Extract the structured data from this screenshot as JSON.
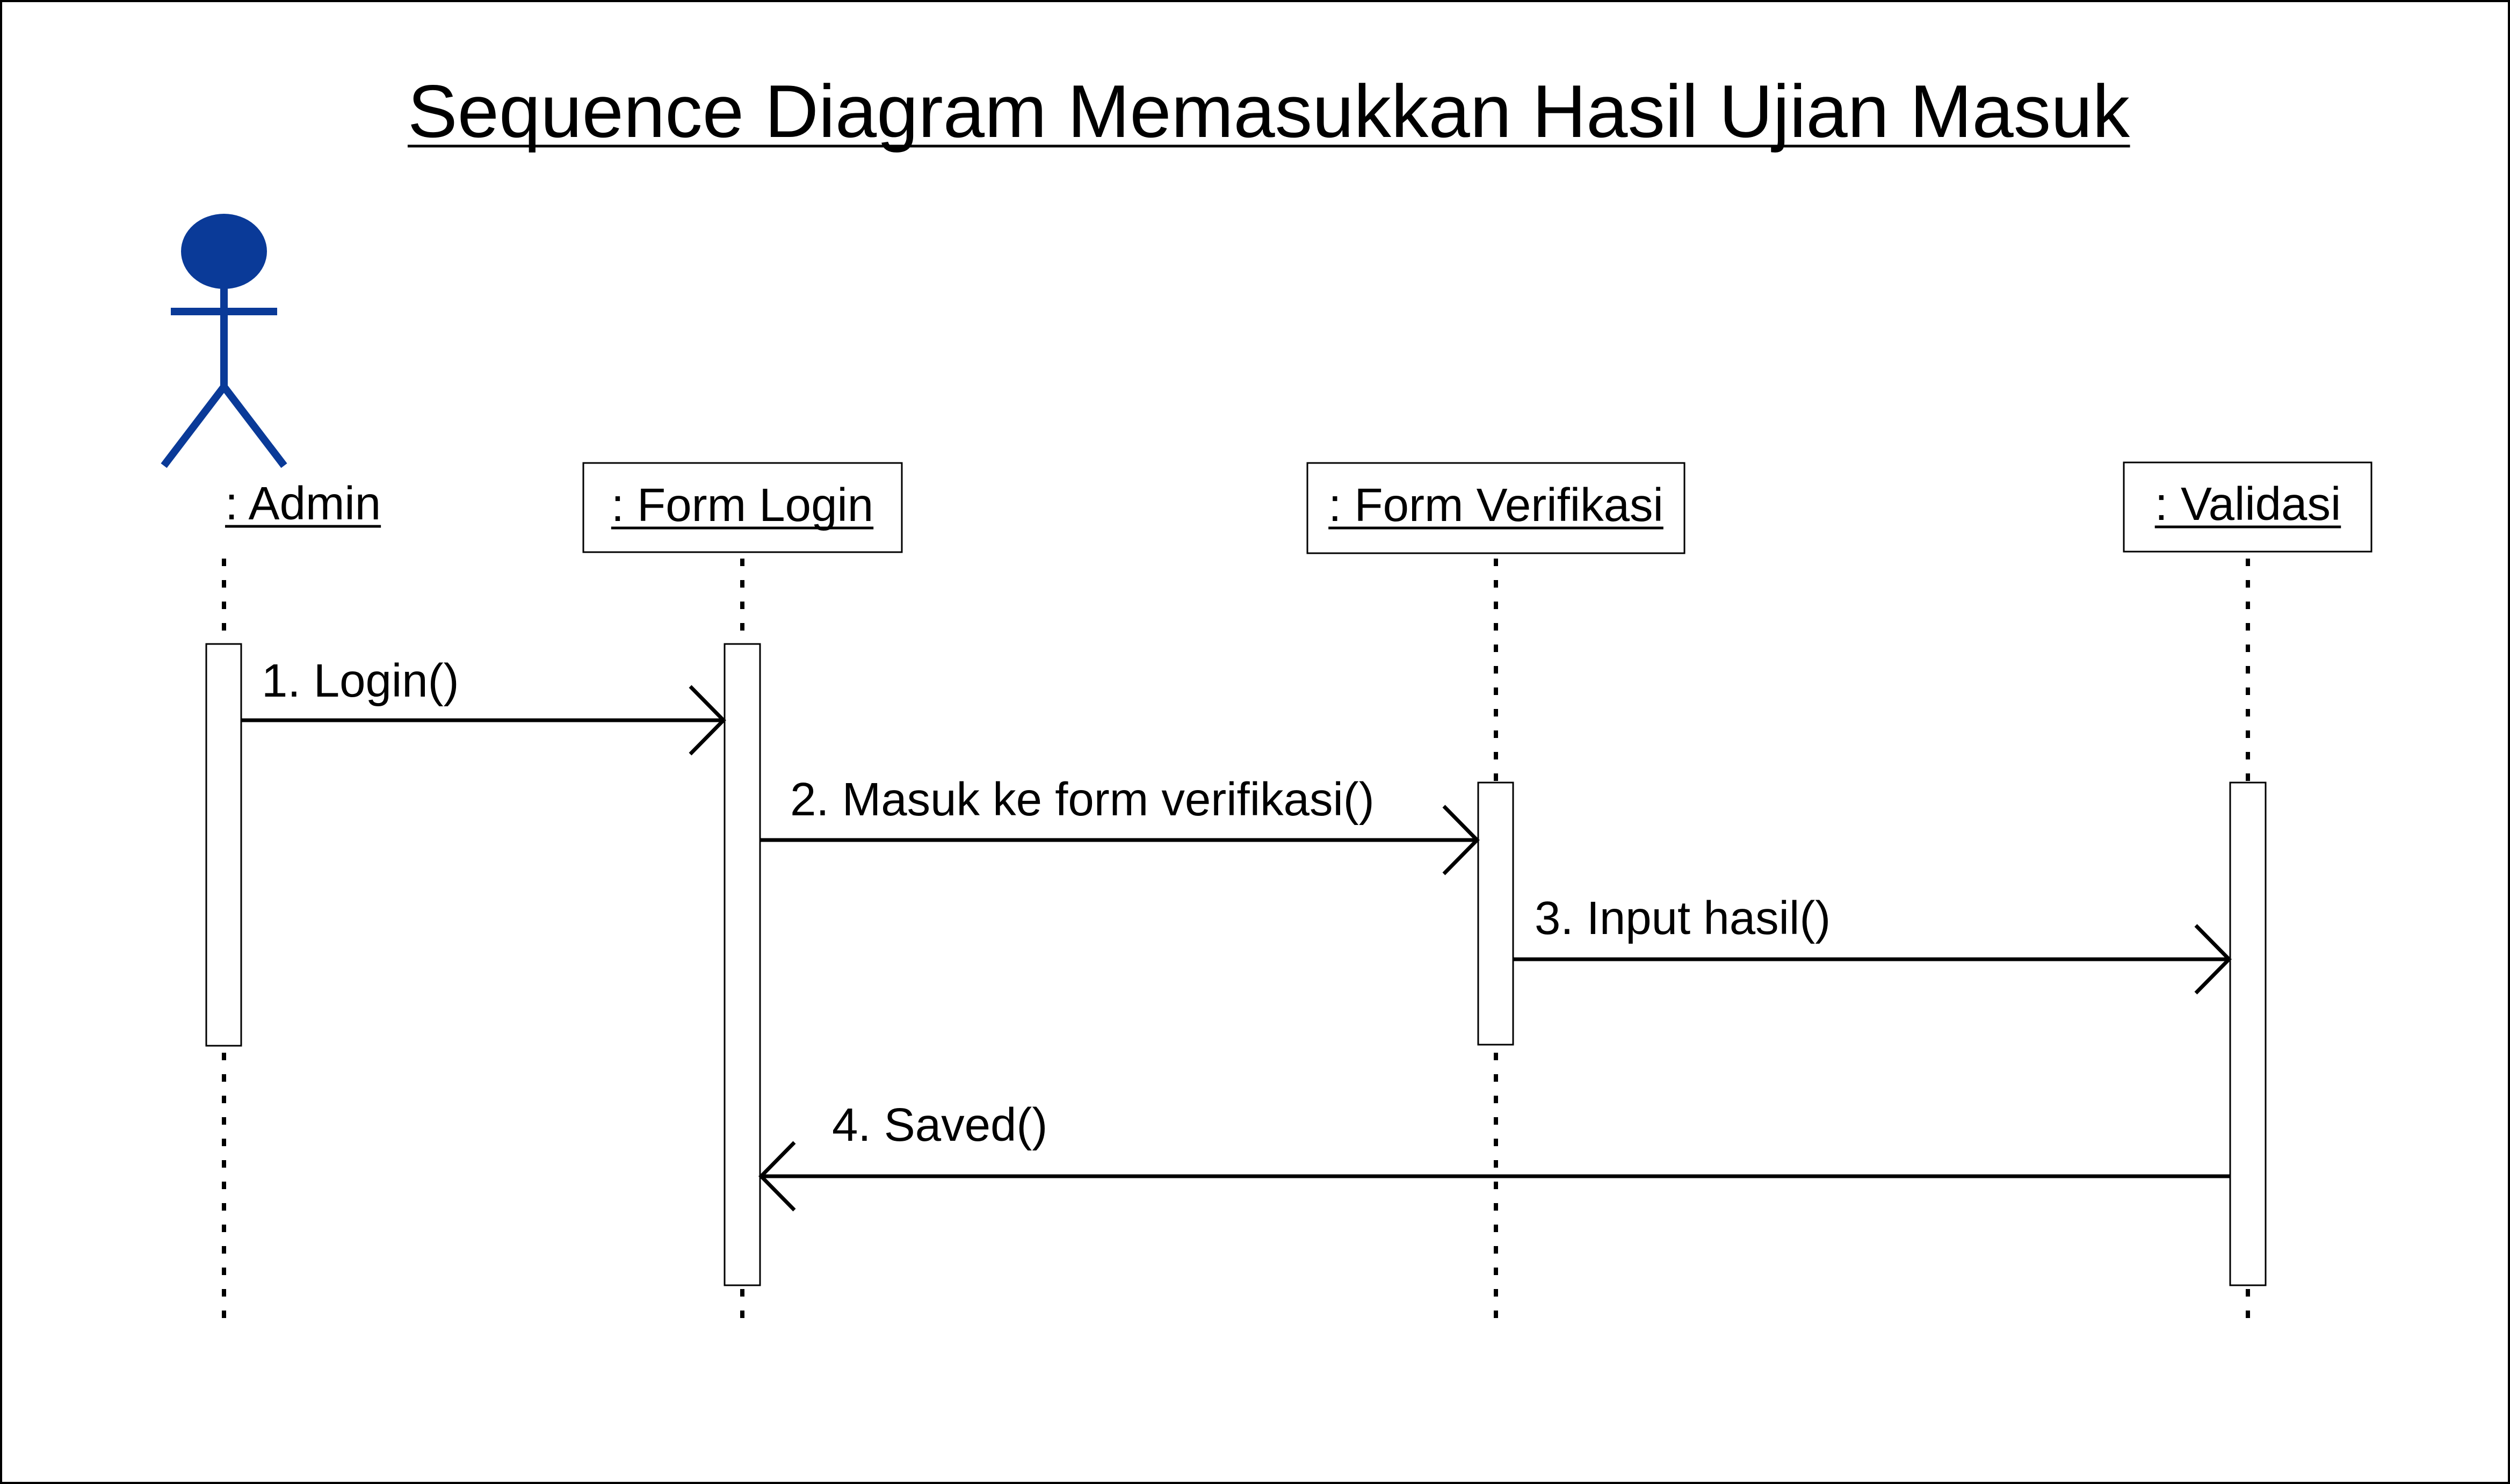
{
  "title": "Sequence Diagram Memasukkan Hasil Ujian Masuk",
  "colors": {
    "actor": "#0a3a98",
    "line": "#000000",
    "background": "#ffffff"
  },
  "participants": [
    {
      "id": "admin",
      "label": ": Admin",
      "kind": "actor"
    },
    {
      "id": "form-login",
      "label": ": Form Login",
      "kind": "object"
    },
    {
      "id": "form-verifikasi",
      "label": ": Form Verifikasi",
      "kind": "object"
    },
    {
      "id": "validasi",
      "label": ": Validasi",
      "kind": "object"
    }
  ],
  "messages": [
    {
      "label": "1. Login()",
      "from": "admin",
      "to": "form-login"
    },
    {
      "label": "2. Masuk ke form verifikasi()",
      "from": "form-login",
      "to": "form-verifikasi"
    },
    {
      "label": "3. Input hasil()",
      "from": "form-verifikasi",
      "to": "validasi"
    },
    {
      "label": "4. Saved()",
      "from": "validasi",
      "to": "form-login"
    }
  ]
}
